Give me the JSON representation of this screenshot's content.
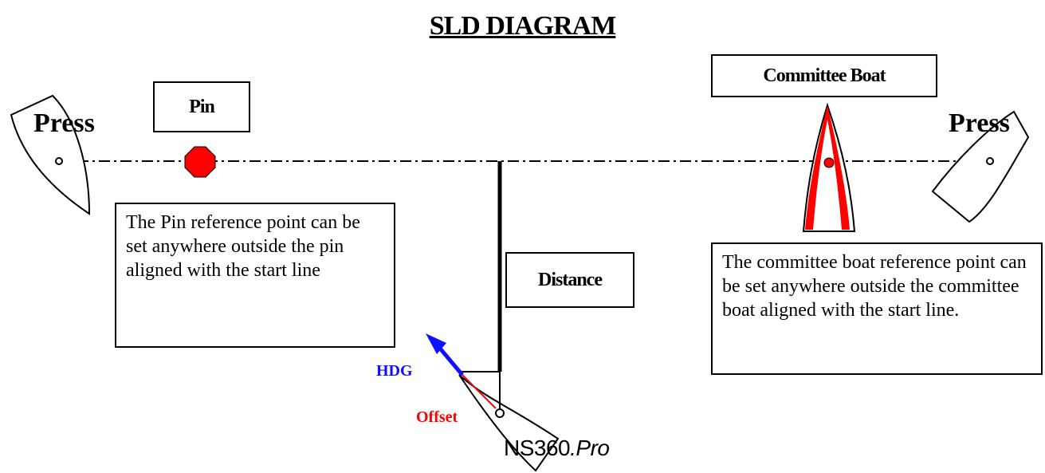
{
  "title": "SLD DIAGRAM",
  "labels": {
    "pin": "Pin",
    "committee_boat": "Committee Boat",
    "distance": "Distance",
    "press_left": "Press",
    "press_right": "Press",
    "hdg": "HDG",
    "offset": "Offset"
  },
  "notes": {
    "pin": "The Pin reference point can be set anywhere outside the pin aligned with the start line",
    "committee": "The committee boat reference point can be set anywhere outside the committee boat aligned with the start line."
  },
  "brand": {
    "main": "NS360",
    "suffix": ".Pro"
  },
  "colors": {
    "pin_mark": "#ff0000",
    "heading_arrow": "#1010ff",
    "offset_line": "#ff0000",
    "committee_hull": "#ff0000"
  }
}
